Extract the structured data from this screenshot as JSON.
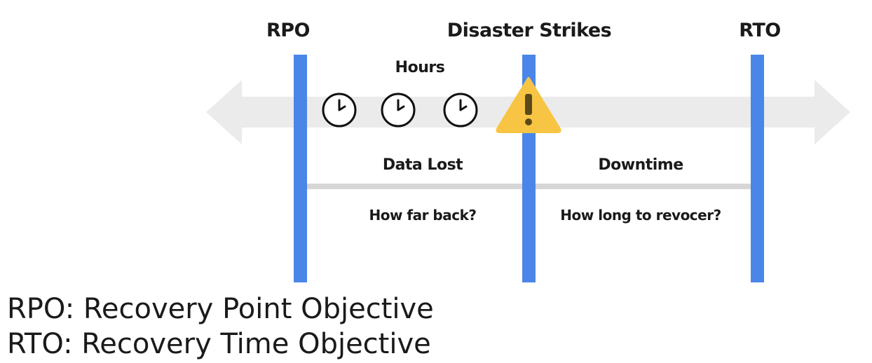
{
  "markers": {
    "rpo": "RPO",
    "disaster": "Disaster Strikes",
    "rto": "RTO"
  },
  "hours_label": "Hours",
  "segments": {
    "data_lost": {
      "title": "Data Lost",
      "question": "How far back?"
    },
    "downtime": {
      "title": "Downtime",
      "question": "How long to revocer?"
    }
  },
  "icons": [
    "clock-icon",
    "clock-icon",
    "clock-icon",
    "warning-icon"
  ],
  "colors": {
    "marker_line": "#4a86e8",
    "arrow": "#ebebeb",
    "range_bar": "#d6d6d6",
    "warning": "#f7c543"
  },
  "legend": {
    "rpo": "RPO: Recovery Point Objective",
    "rto": "RTO: Recovery Time Objective"
  }
}
